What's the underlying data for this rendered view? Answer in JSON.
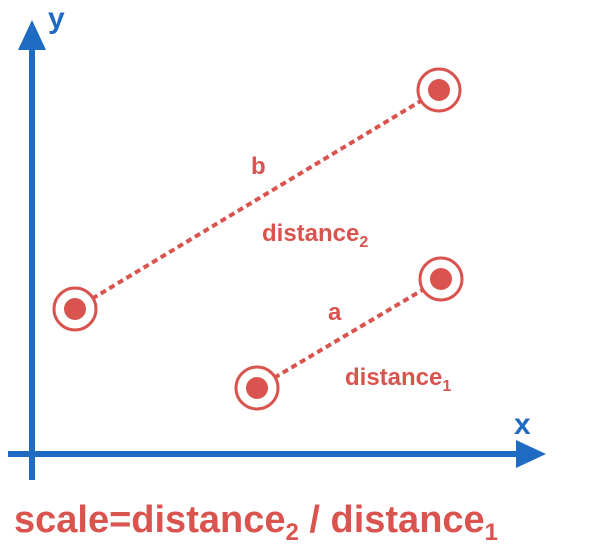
{
  "axes": {
    "x_label": "x",
    "y_label": "y",
    "color": "#1f6bc4"
  },
  "accent_color": "#d9534f",
  "segment_a": {
    "letter": "a",
    "distance_word": "distance",
    "distance_sub": "1"
  },
  "segment_b": {
    "letter": "b",
    "distance_word": "distance",
    "distance_sub": "2"
  },
  "formula": {
    "prefix": "scale=distance",
    "sub1": "2",
    "middle": " / distance",
    "sub2": "1"
  }
}
